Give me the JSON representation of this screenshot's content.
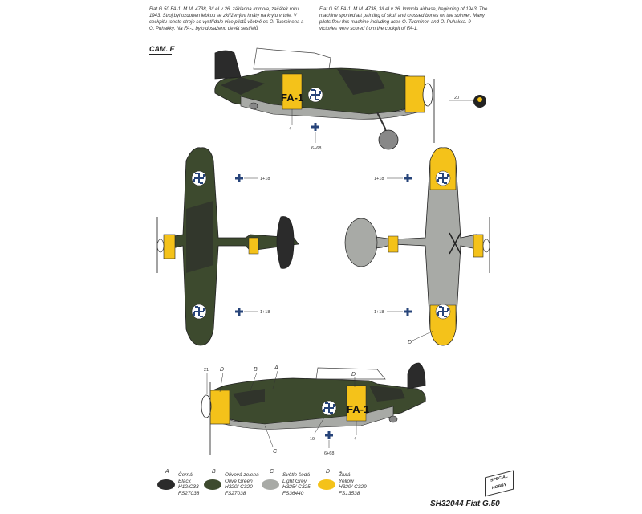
{
  "text": {
    "intro_cz": "Fiat G.50 FA-1, M.M. 4738, 3/LeLv 26, základna Immola, začátek roku 1943. Stroj byl ozdoben lebkou se zkříženými hnáty na krytu vrtule. V cockpitu tohoto stroje se vystřídalo více pilotů včetně es O. Tuominena a O. Puhakky. Na FA-1 bylo dosaženo devět sestřelů.",
    "intro_en": "Fiat G.50 FA-1, M.M. 4738, 3/LeLv 26, Immola airbase, beginning of 1943. The machine sported art painting of skull and crossed bones on the spinner. Many pilots flew this machine including aces O. Tuominen and O. Puhakka. 9 victories were scored from the cockpit of FA-1.",
    "cam": "CAM. E",
    "code": "FA-1",
    "footer": "SH32044 Fiat G.50",
    "logo": "SPECIAL HOBBY"
  },
  "callouts": {
    "n4": "4",
    "n20": "20",
    "n668a": "6+68",
    "n118": "1+18",
    "n21": "21",
    "n19": "19",
    "n668b": "6+68",
    "n4b": "4"
  },
  "letters": {
    "A": "A",
    "B": "B",
    "C": "C",
    "D": "D"
  },
  "colors": {
    "black": "#2b2b2b",
    "olive": "#3d4a2e",
    "grey": "#a8aaa6",
    "yellow": "#f4c21a",
    "blue": "#27447a"
  },
  "legend": [
    {
      "letter": "A",
      "cz": "Černá",
      "en": "Black",
      "code1": "H12/C33",
      "code2": "FS27038",
      "color": "#2b2b2b"
    },
    {
      "letter": "B",
      "cz": "Olivová zelená",
      "en": "Olive Green",
      "code1": "H320/ C320",
      "code2": "FS27038",
      "color": "#3d4a2e"
    },
    {
      "letter": "C",
      "cz": "Světle šedá",
      "en": "Light Grey",
      "code1": "H325/ C325",
      "code2": "FS36440",
      "color": "#a8aaa6"
    },
    {
      "letter": "D",
      "cz": "Žlutá",
      "en": "Yellow",
      "code1": "H329/ C329",
      "code2": "FS13538",
      "color": "#f4c21a"
    }
  ]
}
